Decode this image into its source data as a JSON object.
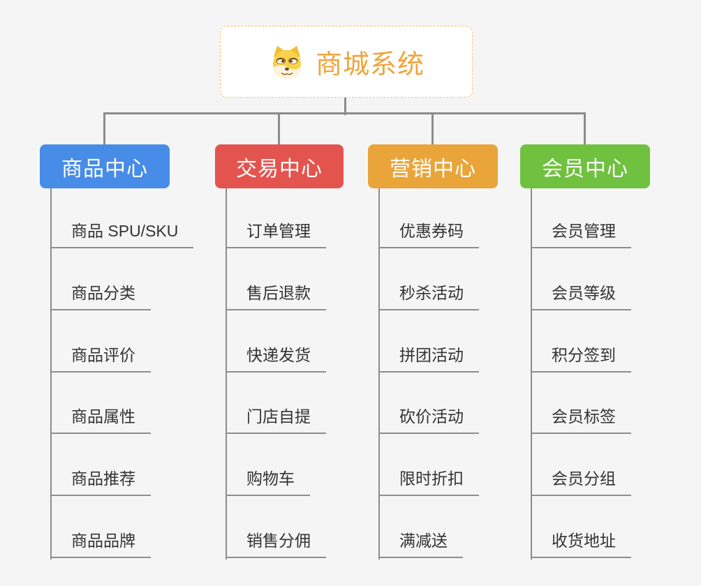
{
  "canvas": {
    "background": "#f5f5f6",
    "connector_color": "#8c8c8c"
  },
  "root": {
    "title": "商城系统",
    "icon": "doge-dog-icon",
    "text_color": "#f0a43c",
    "border_color": "#f3c16c"
  },
  "branches": [
    {
      "label": "商品中心",
      "color": "#478ce6",
      "children": [
        "商品 SPU/SKU",
        "商品分类",
        "商品评价",
        "商品属性",
        "商品推荐",
        "商品品牌"
      ]
    },
    {
      "label": "交易中心",
      "color": "#e4544e",
      "children": [
        "订单管理",
        "售后退款",
        "快递发货",
        "门店自提",
        "购物车",
        "销售分佣"
      ]
    },
    {
      "label": "营销中心",
      "color": "#e9a53a",
      "children": [
        "优惠券码",
        "秒杀活动",
        "拼团活动",
        "砍价活动",
        "限时折扣",
        "满减送"
      ]
    },
    {
      "label": "会员中心",
      "color": "#6fc13f",
      "children": [
        "会员管理",
        "会员等级",
        "积分签到",
        "会员标签",
        "会员分组",
        "收货地址"
      ]
    }
  ]
}
